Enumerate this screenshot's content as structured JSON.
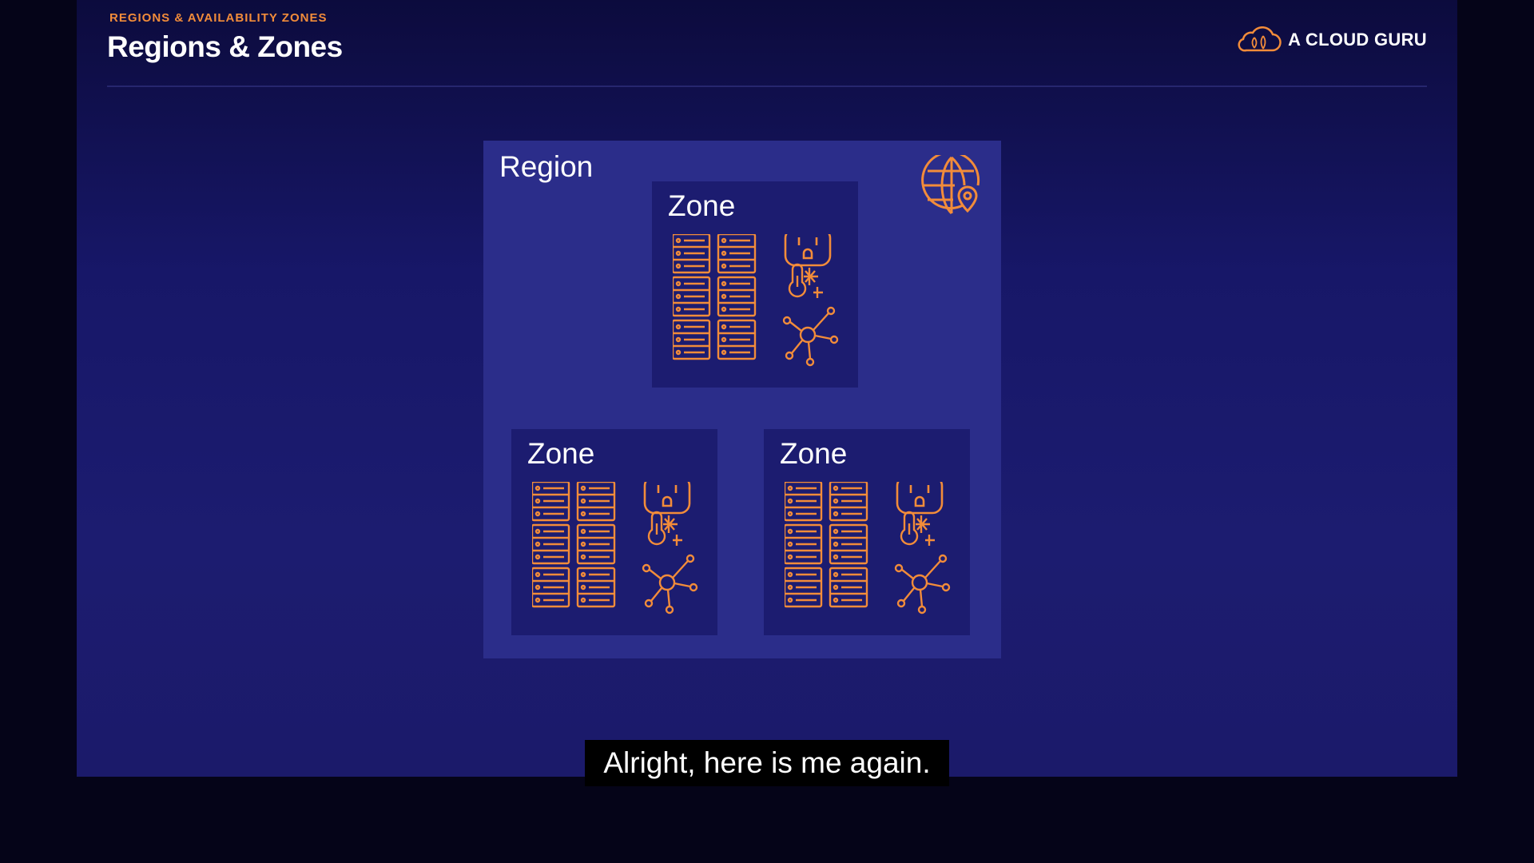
{
  "header": {
    "kicker": "REGIONS & AVAILABILITY ZONES",
    "title": "Regions & Zones",
    "brand": "A CLOUD GURU"
  },
  "diagram": {
    "region_label": "Region",
    "zones": [
      {
        "label": "Zone"
      },
      {
        "label": "Zone"
      },
      {
        "label": "Zone"
      }
    ],
    "icons": [
      "globe-location-icon",
      "server-rack-icon",
      "power-outlet-icon",
      "cooling-icon",
      "network-icon"
    ]
  },
  "caption": "Alright, here is me again.",
  "colors": {
    "accent": "#f28c3a",
    "background": "#1c1c70",
    "region": "#2b2d8a",
    "zone": "#1c1c70"
  }
}
